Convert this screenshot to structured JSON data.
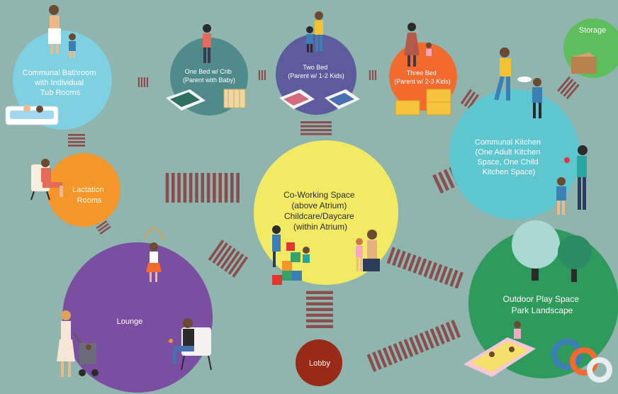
{
  "rooms": {
    "communal_bathroom": {
      "lines": [
        "Communal Bathroom",
        "with Individual",
        "Tub Rooms"
      ],
      "color": "#7fd0e0"
    },
    "one_bed": {
      "lines": [
        "One Bed w/ Crib",
        "(Parent with Baby)"
      ],
      "color": "#4f8b8a"
    },
    "two_bed": {
      "lines": [
        "Two Bed",
        "(Parent w/ 1-2 Kids)"
      ],
      "color": "#5d5a9e"
    },
    "three_bed": {
      "lines": [
        "Three Bed",
        "(Parent w/ 2-3 Kids)"
      ],
      "color": "#f26a2e"
    },
    "storage": {
      "lines": [
        "Storage"
      ],
      "color": "#5cbf5c"
    },
    "communal_kitchen": {
      "lines": [
        "Communal Kitchen",
        "(One Adult Kitchen",
        "Space, One Child",
        "Kitchen Space)"
      ],
      "color": "#5ec6cf"
    },
    "lactation": {
      "lines": [
        "Lactation",
        "Rooms"
      ],
      "color": "#f5962a"
    },
    "coworking": {
      "lines": [
        "Co-Working Space",
        "(above Atrium)",
        "Childcare/Daycare",
        "(within Atrium)"
      ],
      "color": "#f3ea63"
    },
    "lounge": {
      "lines": [
        "Lounge"
      ],
      "color": "#7a4ea0"
    },
    "outdoor": {
      "lines": [
        "Outdoor Play Space",
        "Park Landscape"
      ],
      "color": "#2e9a5c"
    },
    "lobby": {
      "lines": [
        "Lobby"
      ],
      "color": "#9a2a18"
    }
  },
  "colors": {
    "background": "#8fb5ae",
    "connector": "#8a4e4e"
  }
}
